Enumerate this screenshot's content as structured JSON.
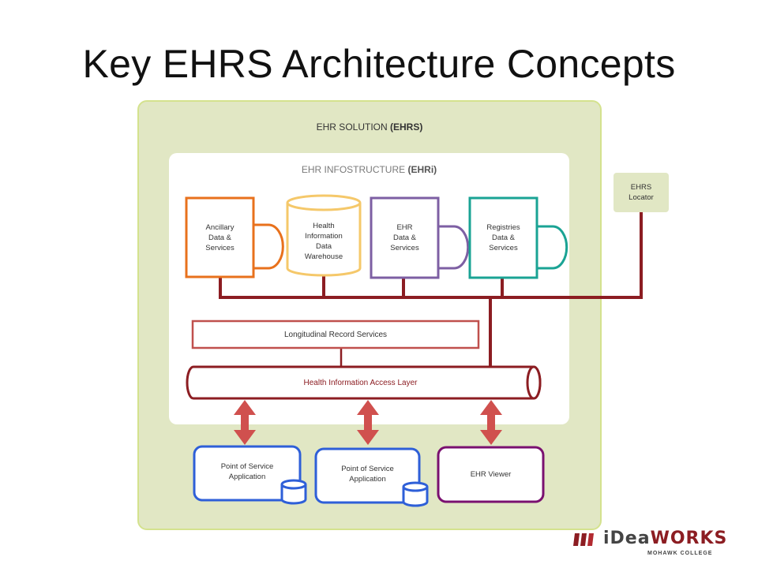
{
  "slide": {
    "title": "Key EHRS Architecture Concepts"
  },
  "solution": {
    "label": "EHR SOLUTION",
    "abbr": "(EHRS)"
  },
  "infostructure": {
    "label": "EHR INFOSTRUCTURE",
    "abbr": "(EHRi)"
  },
  "components": {
    "ancillary": "Ancillary\nData &\nServices",
    "warehouse": "Health\nInformation\nData\nWarehouse",
    "ehr": "EHR\nData &\nServices",
    "registries": "Registries\nData &\nServices"
  },
  "locator": "EHRS\nLocator",
  "longitudinal": "Longitudinal Record Services",
  "hial": "Health Information Access Layer",
  "pos1": "Point of Service\nApplication",
  "pos2": "Point of Service\nApplication",
  "viewer": "EHR Viewer",
  "logo": {
    "brand_i": "iDea",
    "brand_works": "WORKS",
    "sub": "MOHAWK COLLEGE"
  },
  "colors": {
    "solution_bg": "#e1e7c4",
    "solution_border": "#d4e28e",
    "connector": "#8c1d22",
    "arrow": "#d0504e",
    "ancillary": "#e8711c",
    "warehouse": "#f5c86a",
    "ehr": "#7d5fa3",
    "registries": "#1aa394",
    "longitudinal": "#c0504d",
    "hial": "#8c1d22",
    "pos": "#2e5fd8",
    "viewer": "#7a1070"
  }
}
